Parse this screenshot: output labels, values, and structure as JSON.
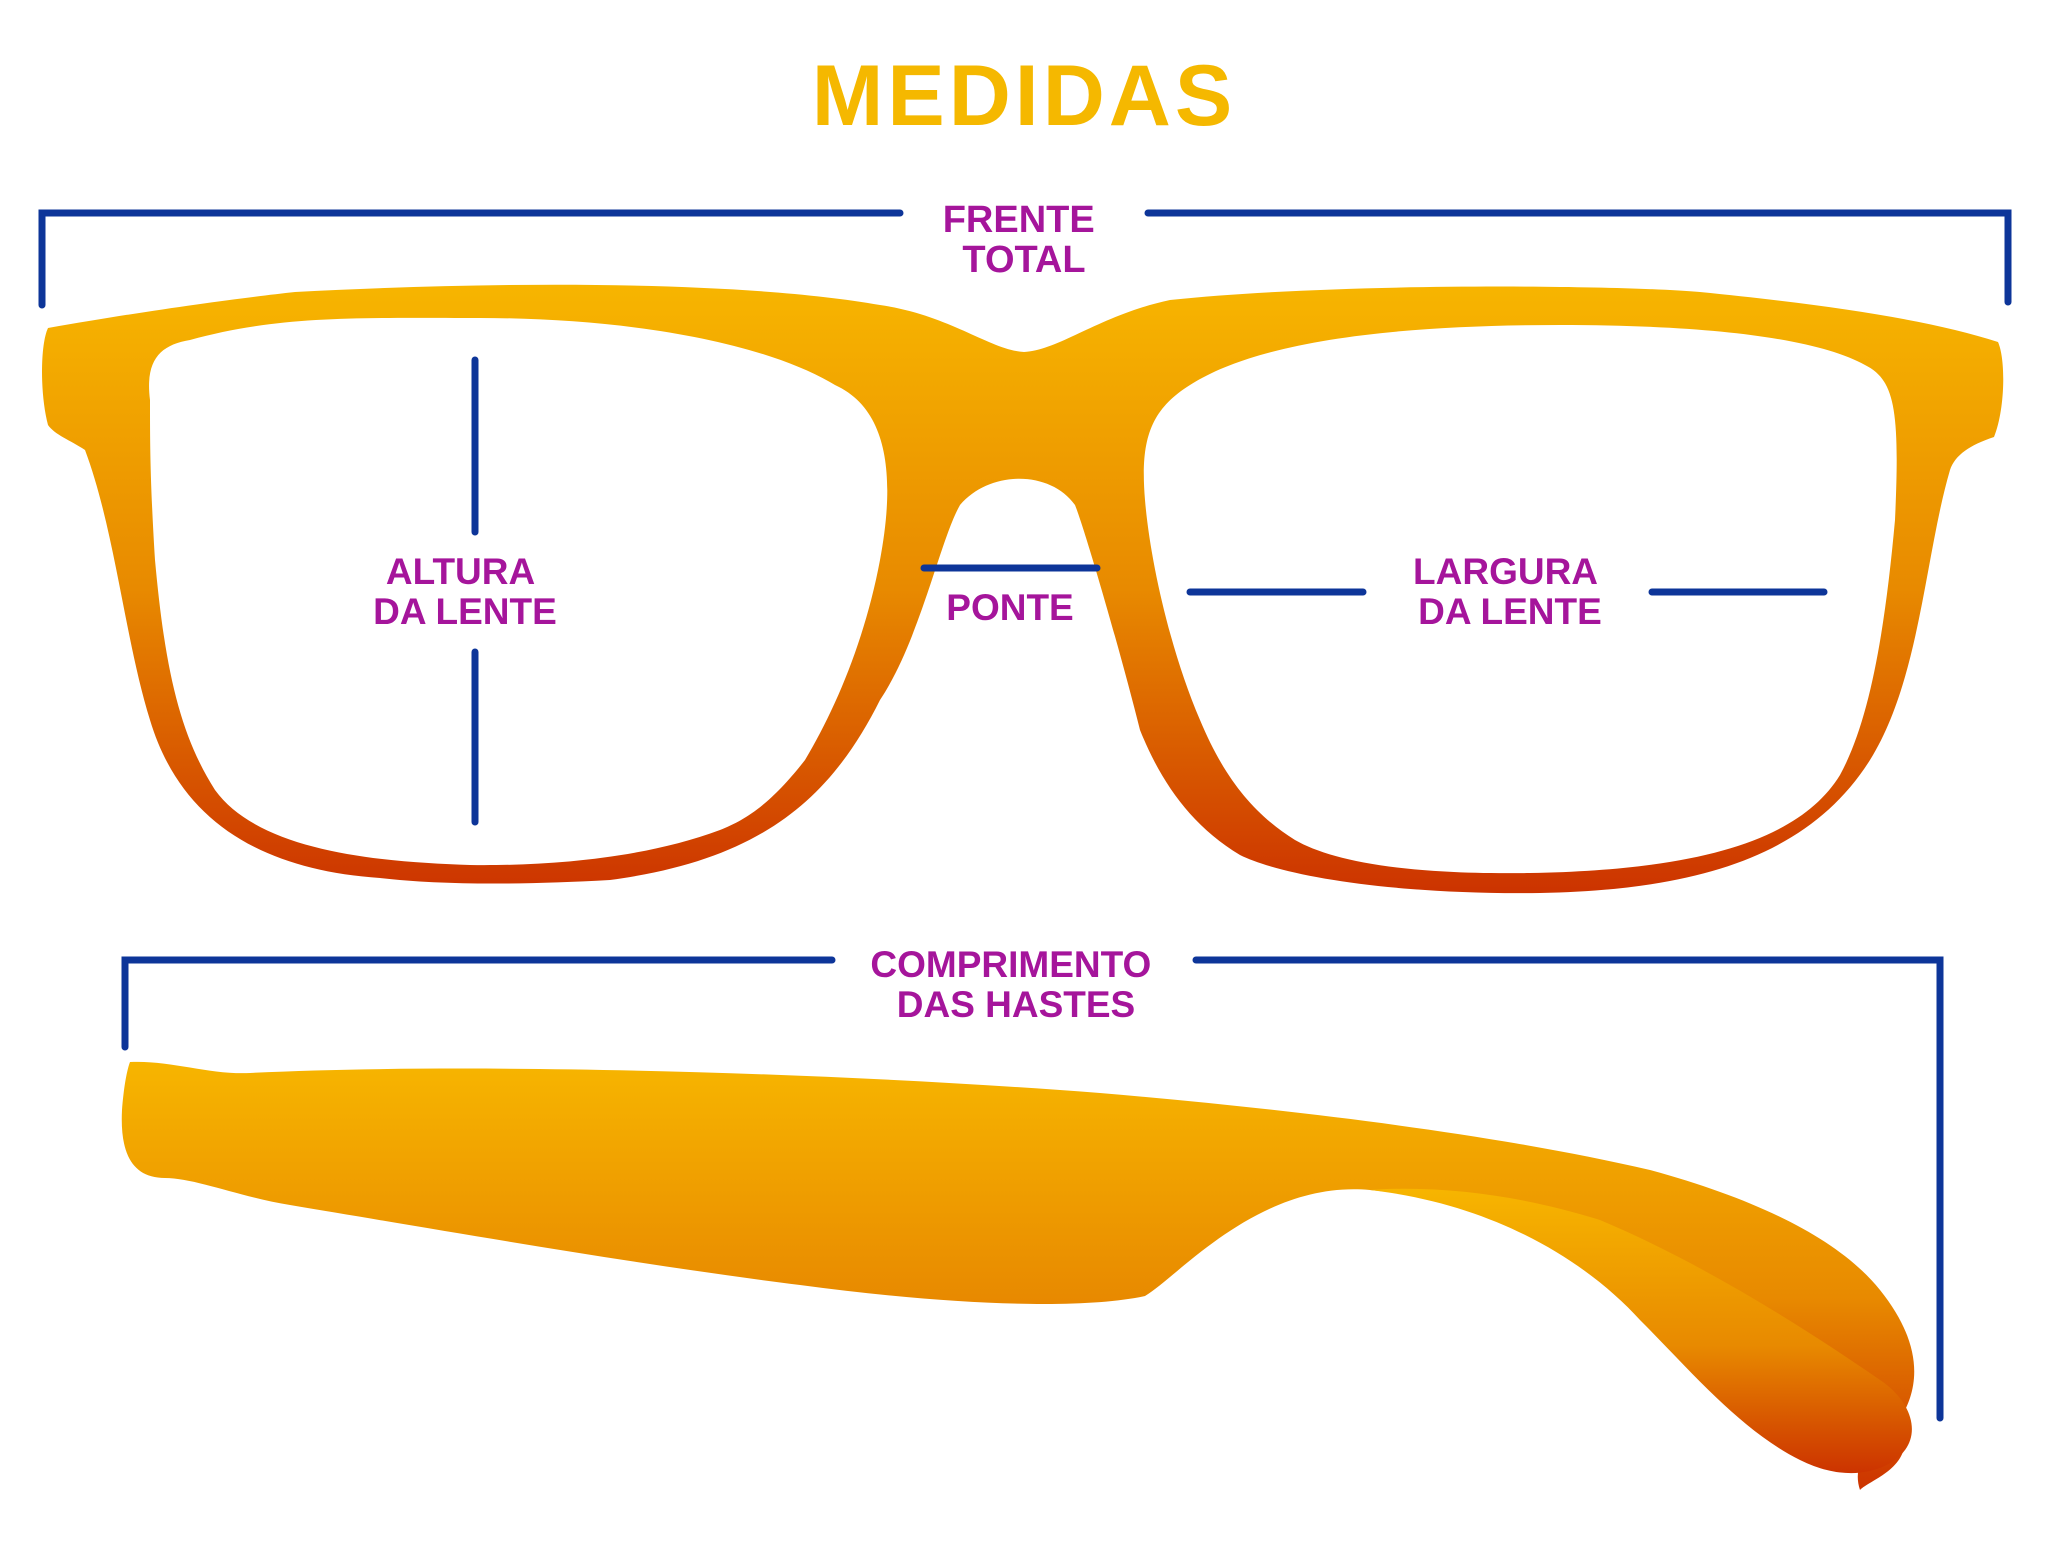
{
  "title": "MEDIDAS",
  "labels": {
    "frente_total": [
      "FRENTE",
      "TOTAL"
    ],
    "altura_da_lente": [
      "ALTURA",
      "DA LENTE"
    ],
    "ponte": "PONTE",
    "largura_da_lente": [
      "LARGURA",
      "DA LENTE"
    ],
    "comprimento_das_hastes": [
      "COMPRIMENTO",
      "DAS HASTES"
    ]
  },
  "colors": {
    "title": "#F5B800",
    "label": "#A5159B",
    "dimension_line": "#0D3599",
    "frame_top": "#F7B500",
    "frame_mid": "#E88A00",
    "frame_bottom": "#CC3300"
  }
}
